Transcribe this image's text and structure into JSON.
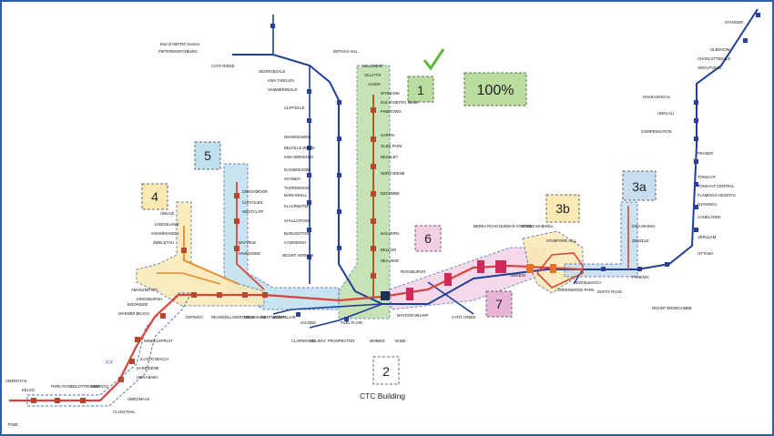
{
  "map": {
    "completion": "100%",
    "building_label": "CTC Building",
    "xx_mark": "XX",
    "tone_label": "TONE",
    "zones": [
      {
        "id": "1",
        "label": "1"
      },
      {
        "id": "2",
        "label": "2"
      },
      {
        "id": "3a",
        "label": "3a"
      },
      {
        "id": "3b",
        "label": "3b"
      },
      {
        "id": "4",
        "label": "4"
      },
      {
        "id": "5",
        "label": "5"
      },
      {
        "id": "6",
        "label": "6"
      },
      {
        "id": "7",
        "label": "7"
      }
    ],
    "top_area": {
      "note1": "End of METRO Service",
      "note2": "PIETERMARITZBURG",
      "cato_ridge": "CATO RIDGE"
    },
    "stations": [
      "GEORGEDALE",
      "KWA TANDAZA",
      "HAMMERSDALE",
      "CLIFFDALE",
      "BOTHAS HILL",
      "HILLCREST",
      "GILLITTS",
      "ALDER",
      "WYEBANK",
      "End of METRO Sector",
      "PINETOWN",
      "SARNIA",
      "GLEN PARK",
      "NESSLEY",
      "NORTHDENE",
      "ESCOMBE",
      "MALVERN",
      "BELLAIR",
      "SEA VIEW",
      "ROSSBURGH",
      "NSHONGWENI",
      "DELVILLE WOOD",
      "KWA NDENGEZI",
      "DASSENHOEK",
      "SIYANDA",
      "THORNWOOD",
      "MARIANHILL",
      "KLAARWATER",
      "SHALLCROSS",
      "BURLINGTON",
      "CAVENDISH",
      "MOUNT VERNON",
      "CROSSMOOR",
      "CHATGLEN",
      "WESTCLIFF",
      "BAYVIEW",
      "HAVENSIDE",
      "UMLAZI",
      "LINDOKUHLE",
      "KWAMNYANDU",
      "ZWELETHU",
      "JACOBS",
      "FUEL FLOW",
      "MAYDON WHARF",
      "CATO CREEK",
      "DURBAN STATION",
      "BEREA ROAD",
      "UMGENI",
      "MOSES MABHIDA",
      "STAMFORD HILL",
      "REDHILL",
      "GREENWOOD PARK",
      "AVOCA",
      "DUFFS ROAD",
      "KWA MASHU",
      "ZENZELE",
      "PHOENIX",
      "MOUNT EDGECOMBE",
      "OTTAWA",
      "VERULAM",
      "CANELANDS",
      "NYANINGA",
      "FLAMINGO HEIGHTS",
      "TONGAAT CENTRAL",
      "TONGAAT",
      "FRASER",
      "COMPENSATION",
      "UMHLALI",
      "SHAKASKRAAL",
      "GROUTVILLE",
      "CHARLOTTEDALE",
      "GLEDHOW",
      "STANGER",
      "ISIPINGO",
      "REUNION",
      "LAMONTVILLE",
      "MERE BANK",
      "WENTWORTH",
      "MONTCLAIR",
      "CLAIRWOOD",
      "HOLIDAY",
      "PROSPECTON",
      "KINGSBURGH",
      "AMANZIMTOTI",
      "DOONSIDE",
      "WARNER BEACH",
      "WINKELSPRUIT",
      "ILLOVO BEACH",
      "KARRIDENE",
      "UMGABABA",
      "UMKOMAAS",
      "CLANSTHAL",
      "KELSO",
      "PARK RYNIE",
      "SCOTTBURGH",
      "UMZINTO",
      "UMZINTO N",
      "MOBENI",
      "DUBE"
    ]
  }
}
